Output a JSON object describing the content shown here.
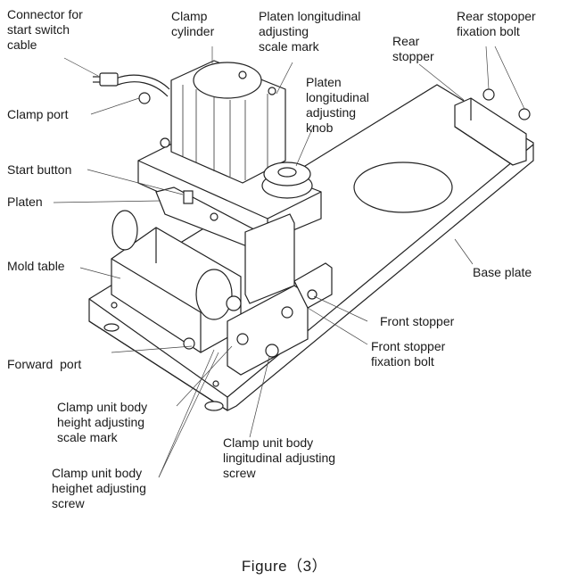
{
  "labels": {
    "connector": "Connector for\nstart switch\ncable",
    "clamp_cylinder": "Clamp\ncylinder",
    "platen_scale": "Platen longitudinal\nadjusting\nscale mark",
    "rear_stopper": "Rear\nstopper",
    "rear_bolt": "Rear stopoper\nfixation bolt",
    "platen_knob": "Platen\nlongitudinal\nadjusting\nknob",
    "clamp_port": "Clamp port",
    "start_button": "Start button",
    "platen": "Platen",
    "mold_table": "Mold table",
    "base_plate": "Base plate",
    "front_stopper": "Front stopper",
    "front_bolt": "Front stopper\nfixation bolt",
    "forward_port": "Forward  port",
    "clamp_height_scale": "Clamp unit body\nheight adjusting\nscale mark",
    "clamp_long_screw": "Clamp unit body\nlingitudinal adjusting\nscrew",
    "clamp_height_screw": "Clamp unit body\nheighet adjusting\nscrew"
  },
  "caption": "Figure（3）"
}
